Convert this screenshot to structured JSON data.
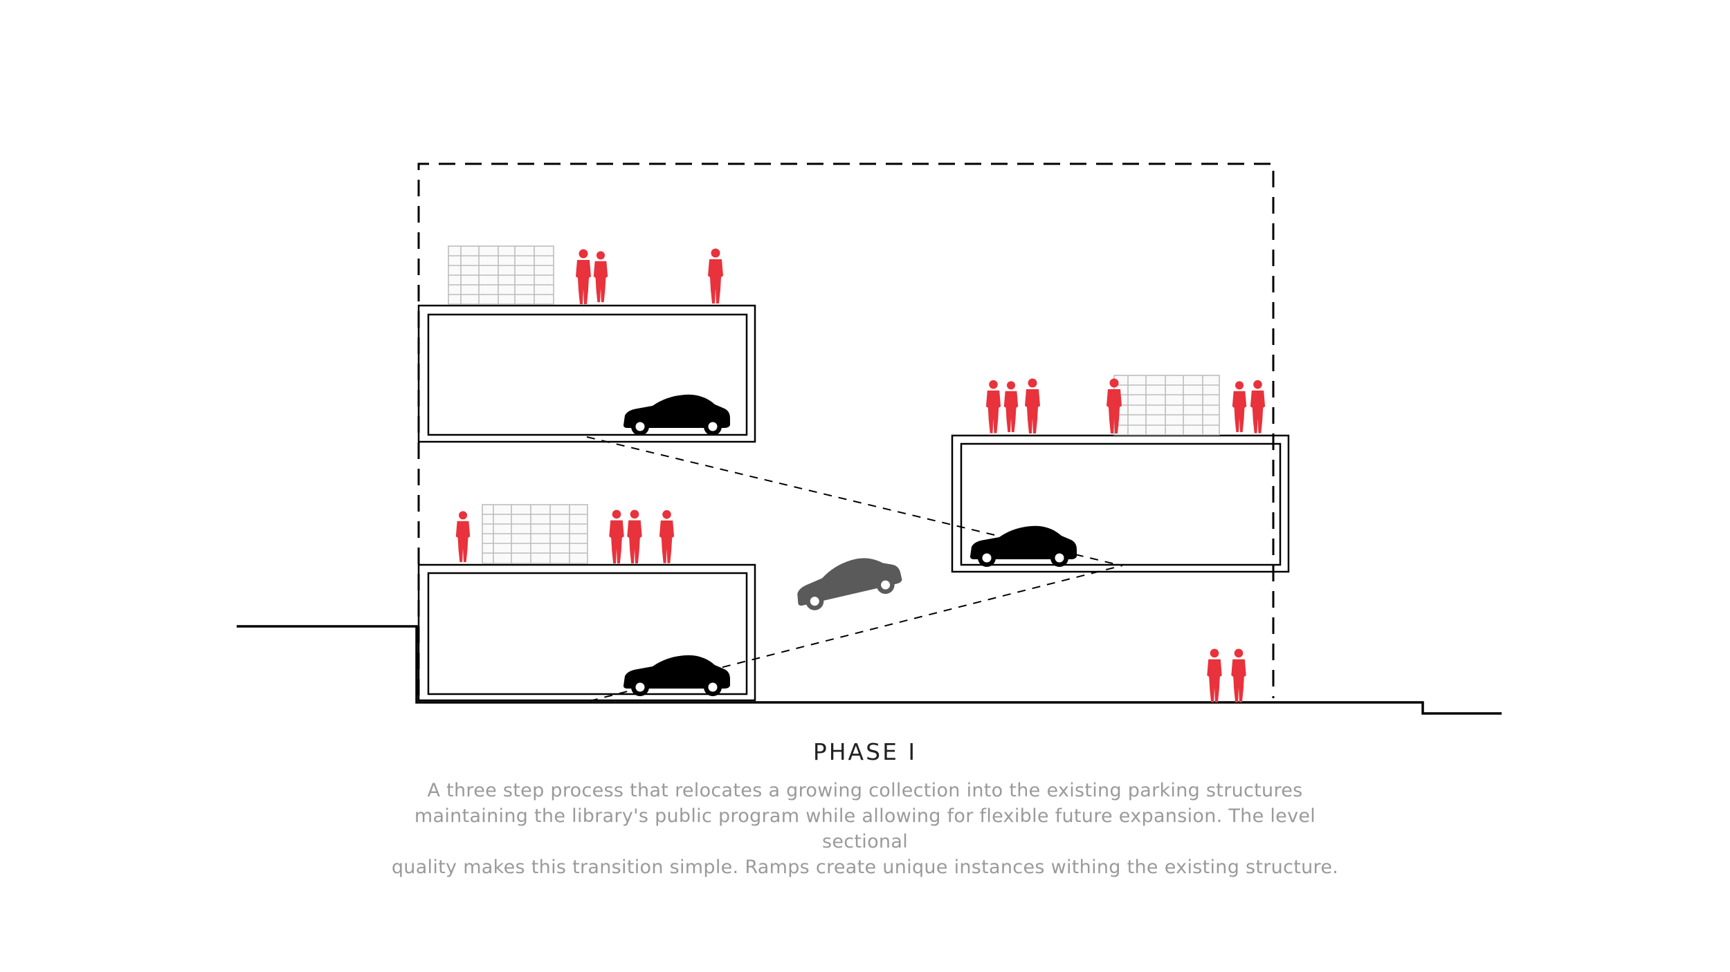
{
  "colors": {
    "line": "#000000",
    "people": "#e8323c",
    "car": "#000000",
    "car_moving": "#5a5a5a",
    "shelf": "#bdbdbd",
    "caption": "#9a9a9a",
    "title": "#222222"
  },
  "icons": {
    "person": "person-silhouette-icon",
    "car": "car-silhouette-icon",
    "bookshelf": "bookshelf-icon"
  },
  "caption": {
    "title": "PHASE I",
    "lines": [
      "A three step process that relocates a growing collection into the existing parking structures",
      "maintaining the library's public program while allowing for flexible future expansion. The level sectional",
      "quality makes this transition simple. Ramps create unique instances withing the existing structure."
    ]
  }
}
